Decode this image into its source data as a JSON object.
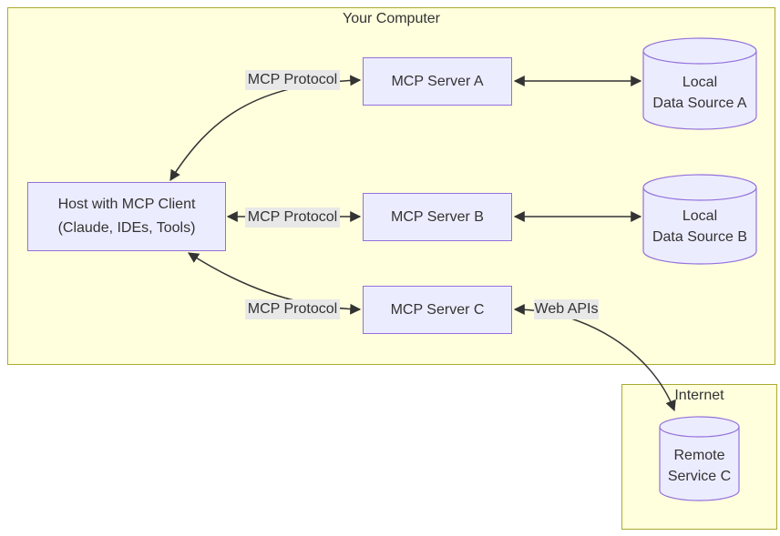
{
  "clusters": {
    "your_computer": "Your Computer",
    "internet": "Internet"
  },
  "nodes": {
    "host": {
      "line1": "Host with MCP Client",
      "line2": "(Claude, IDEs, Tools)"
    },
    "server_a": {
      "label": "MCP Server A"
    },
    "server_b": {
      "label": "MCP Server B"
    },
    "server_c": {
      "label": "MCP Server C"
    },
    "source_a": {
      "line1": "Local",
      "line2": "Data Source A"
    },
    "source_b": {
      "line1": "Local",
      "line2": "Data Source B"
    },
    "remote_c": {
      "line1": "Remote",
      "line2": "Service C"
    }
  },
  "edge_labels": {
    "protocol_a": "MCP Protocol",
    "protocol_b": "MCP Protocol",
    "protocol_c": "MCP Protocol",
    "web_apis": "Web APIs"
  },
  "colors": {
    "cluster_fill": "#ffffde",
    "cluster_border": "#aaaa33",
    "node_fill": "#ececff",
    "node_border": "#9370db",
    "edge_label_bg": "#e8e8e8",
    "text": "#333333",
    "arrow": "#333333"
  }
}
